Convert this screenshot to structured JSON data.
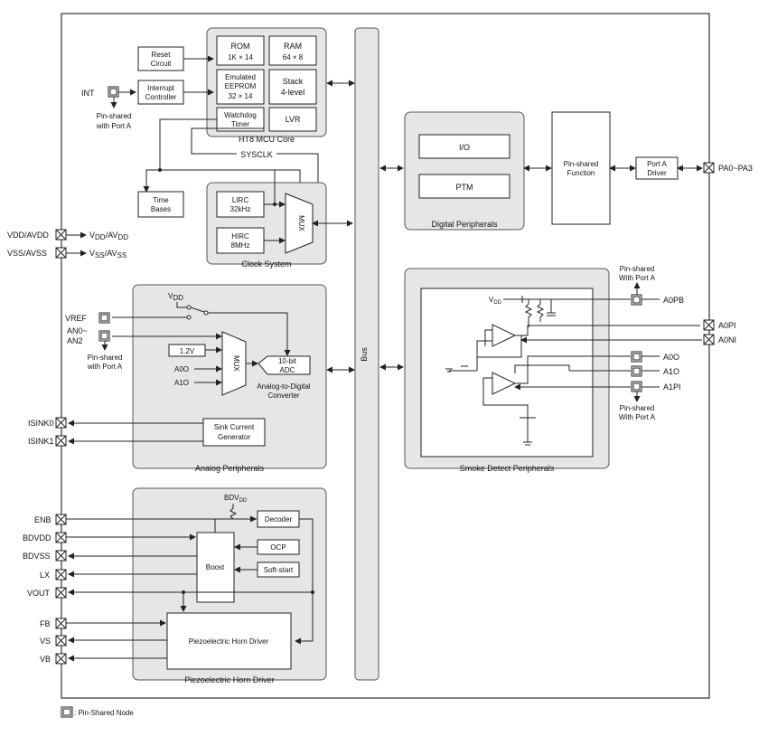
{
  "core": {
    "title": "HT8 MCU Core",
    "rom": [
      "ROM",
      "1K × 14"
    ],
    "ram": [
      "RAM",
      "64 × 8"
    ],
    "eeprom": [
      "Emulated",
      "EEPROM",
      "32 × 14"
    ],
    "stack": [
      "Stack",
      "4-level"
    ],
    "wdt": [
      "Watchdog",
      "Timer"
    ],
    "lvr": "LVR"
  },
  "reset": [
    "Reset",
    "Circuit"
  ],
  "interrupt": [
    "Interrupt",
    "Controller"
  ],
  "int_pin": "INT",
  "int_note": [
    "Pin-shared",
    "with Port A"
  ],
  "sysclk": "SYSCLK",
  "time_bases": [
    "Time",
    "Bases"
  ],
  "clock": {
    "title": "Clock System",
    "lirc": [
      "LIRC",
      "32kHz"
    ],
    "hirc": [
      "HIRC",
      "8MHz"
    ],
    "mux": "MUX"
  },
  "power": {
    "vdd_pin": "VDD/AVDD",
    "vss_pin": "VSS/AVSS",
    "vdd_out": "V",
    "vdd_sub": "DD",
    "vdd_mid": "/AV",
    "vss_out": "V",
    "vss_sub": "SS",
    "vss_mid": "/AV"
  },
  "bus": "Bus",
  "digital": {
    "title": "Digital Peripherals",
    "io": "I/O",
    "ptm": "PTM",
    "pin_shared": [
      "Pin-shared",
      "Function"
    ],
    "porta": [
      "Port A",
      "Driver"
    ],
    "pa_pin": "PA0~PA3"
  },
  "analog": {
    "title": "Analog Peripherals",
    "vdd": "V",
    "vdd_sub": "DD",
    "vref": "VREF",
    "an_pin": [
      "AN0~",
      "AN2"
    ],
    "an_note": [
      "Pin-shared",
      "with Port A"
    ],
    "v12": "1.2V",
    "a0o": "A0O",
    "a1o": "A1O",
    "mux": "MUX",
    "adc": [
      "10-bit",
      "ADC"
    ],
    "adc_label": [
      "Analog-to-Digital",
      "Converter"
    ],
    "sink": [
      "Sink Current",
      "Generator"
    ],
    "isink0": "ISINK0",
    "isink1": "ISINK1"
  },
  "smoke": {
    "title": "Smoke Detect Peripherals",
    "top_note": [
      "Pin-shared",
      "With Port A"
    ],
    "vdd": "V",
    "vdd_sub": "DD",
    "a0pb": "A0PB",
    "a0pi": "A0PI",
    "a0ni": "A0NI",
    "a0o": "A0O",
    "a1o": "A1O",
    "a1pi": "A1PI",
    "bottom_note": [
      "Pin-shared",
      "With Port A"
    ]
  },
  "piezo": {
    "title": "Piezoelectric Horn Driver",
    "bdv": "BDV",
    "bdv_sub": "DD",
    "decoder": "Decoder",
    "boost": "Boost",
    "ocp": "OCP",
    "softstart": "Soft-start",
    "driver": "Piezoelectric Horn Driver",
    "pins": [
      "ENB",
      "BDVDD",
      "BDVSS",
      "LX",
      "VOUT",
      "FB",
      "VS",
      "VB"
    ]
  },
  "legend": ": Pin-Shared Node"
}
